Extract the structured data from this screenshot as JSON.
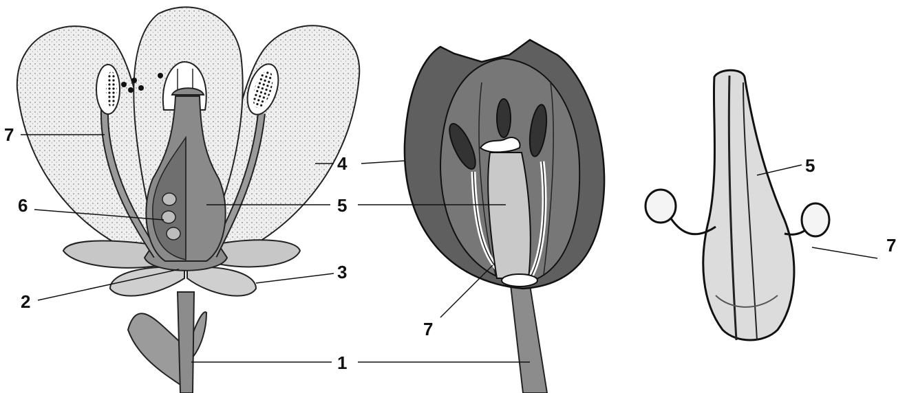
{
  "labels": {
    "left_flower": {
      "stem": "1",
      "receptacle": "2",
      "sepal": "3",
      "petal": "4",
      "pistil": "5",
      "ovary": "6",
      "stamen": "7"
    },
    "middle_flower": {
      "stem": "1",
      "petal": "4",
      "pistil": "5",
      "stamen": "7"
    },
    "right_pistil": {
      "pistil": "5",
      "stamen": "7"
    }
  }
}
